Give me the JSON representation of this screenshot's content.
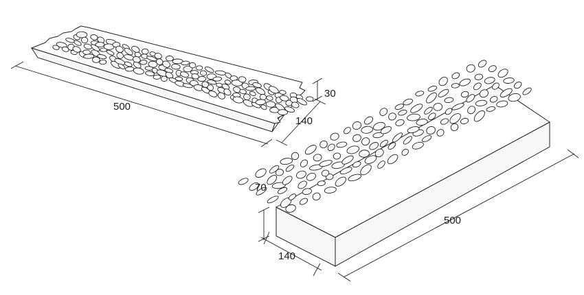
{
  "grate_flat": {
    "length_label": "500",
    "width_label": "140",
    "height_label": "30"
  },
  "grate_block": {
    "length_label": "500",
    "width_label": "140",
    "height_label": "70"
  },
  "colors": {
    "line": "#1f1f1f",
    "background": "#ffffff",
    "face": "#f7f7f7"
  }
}
